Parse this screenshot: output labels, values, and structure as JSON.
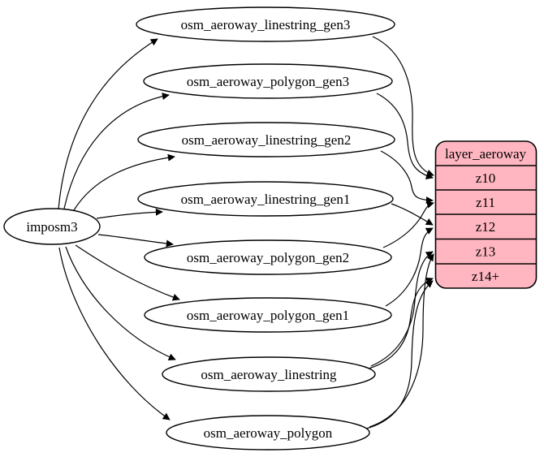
{
  "nodes": {
    "source": {
      "label": "imposm3"
    },
    "tables": [
      {
        "label": "osm_aeroway_linestring_gen3"
      },
      {
        "label": "osm_aeroway_polygon_gen3"
      },
      {
        "label": "osm_aeroway_linestring_gen2"
      },
      {
        "label": "osm_aeroway_linestring_gen1"
      },
      {
        "label": "osm_aeroway_polygon_gen2"
      },
      {
        "label": "osm_aeroway_polygon_gen1"
      },
      {
        "label": "osm_aeroway_linestring"
      },
      {
        "label": "osm_aeroway_polygon"
      }
    ],
    "layer": {
      "header": "layer_aeroway",
      "rows": [
        "z10",
        "z11",
        "z12",
        "z13",
        "z14+"
      ],
      "fill": "#FFB6C1"
    }
  },
  "edges": {
    "source_to_tables": [
      {
        "from": "imposm3",
        "to": "osm_aeroway_linestring_gen3"
      },
      {
        "from": "imposm3",
        "to": "osm_aeroway_polygon_gen3"
      },
      {
        "from": "imposm3",
        "to": "osm_aeroway_linestring_gen2"
      },
      {
        "from": "imposm3",
        "to": "osm_aeroway_linestring_gen1"
      },
      {
        "from": "imposm3",
        "to": "osm_aeroway_polygon_gen2"
      },
      {
        "from": "imposm3",
        "to": "osm_aeroway_polygon_gen1"
      },
      {
        "from": "imposm3",
        "to": "osm_aeroway_linestring"
      },
      {
        "from": "imposm3",
        "to": "osm_aeroway_polygon"
      }
    ],
    "tables_to_layer": [
      {
        "from": "osm_aeroway_linestring_gen3",
        "to": "z10"
      },
      {
        "from": "osm_aeroway_polygon_gen3",
        "to": "z10"
      },
      {
        "from": "osm_aeroway_linestring_gen2",
        "to": "z11"
      },
      {
        "from": "osm_aeroway_polygon_gen2",
        "to": "z11"
      },
      {
        "from": "osm_aeroway_linestring_gen1",
        "to": "z12"
      },
      {
        "from": "osm_aeroway_polygon_gen1",
        "to": "z12"
      },
      {
        "from": "osm_aeroway_linestring",
        "to": "z13"
      },
      {
        "from": "osm_aeroway_linestring",
        "to": "z14+"
      },
      {
        "from": "osm_aeroway_polygon",
        "to": "z13"
      },
      {
        "from": "osm_aeroway_polygon",
        "to": "z14+"
      }
    ]
  },
  "colors": {
    "edge": "#000000",
    "node_fill": "#ffffff",
    "node_stroke": "#000000",
    "layer_fill": "#FFB6C1"
  }
}
